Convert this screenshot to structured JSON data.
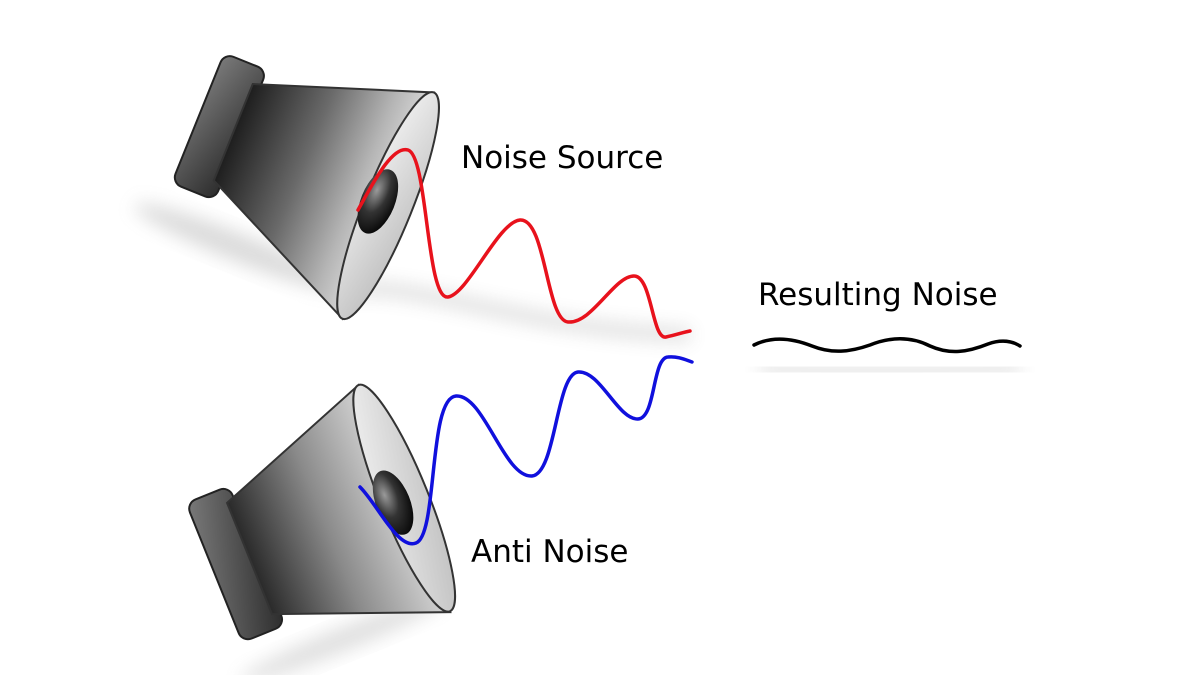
{
  "labels": {
    "noise_source": "Noise Source",
    "resulting_noise": "Resulting Noise",
    "anti_noise": "Anti Noise"
  },
  "colors": {
    "noise_wave": "#e8121c",
    "anti_noise_wave": "#1010dd",
    "resulting_wave": "#000000",
    "speaker_dark": "#2a2a2a",
    "speaker_light": "#e0e0e0"
  }
}
